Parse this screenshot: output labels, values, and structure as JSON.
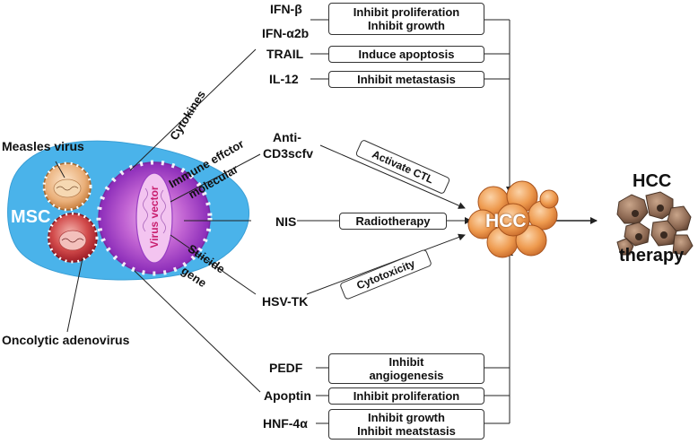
{
  "cytokines_label": "Cytokines",
  "immune_label_line1": "Immune effctor",
  "immune_label_line2": "molecular",
  "suicide_label_line1": "Suicide",
  "suicide_label_line2": "gene",
  "virus_vector_label": "Virus vector",
  "msc_label": "MSC",
  "measles_label": "Measles virus",
  "adeno_label": "Oncolytic adenovirus",
  "hcc_label": "HCC",
  "hcc_therapy_line1": "HCC",
  "hcc_therapy_line2": "therapy",
  "genes": {
    "ifnb": "IFN-β",
    "ifna2b": "IFN-α2b",
    "trail": "TRAIL",
    "il12": "IL-12",
    "anti_line1": "Anti-",
    "anti_line2": "CD3scfv",
    "nis": "NIS",
    "hsvtk": "HSV-TK",
    "pedf": "PEDF",
    "apoptin": "Apoptin",
    "hnf4a": "HNF-4α"
  },
  "effects": {
    "ifn_line1": "Inhibit proliferation",
    "ifn_line2": "Inhibit growth",
    "trail": "Induce apoptosis",
    "il12": "Inhibit metastasis",
    "anti": "Activate CTL",
    "nis": "Radiotherapy",
    "hsvtk": "Cytotoxicity",
    "pedf_line1": "Inhibit",
    "pedf_line2": "angiogenesis",
    "apoptin": "Inhibit proliferation",
    "hnf_line1": "Inhibit growth",
    "hnf_line2": "Inhibit meatstasis"
  },
  "colors": {
    "msc_fill": "#4ab3ea",
    "vector_purple": "#9a3fc4",
    "vector_light": "#e9a8ea",
    "hcc_cell": "#e88a3c",
    "therapy_cell": "#8a6a55",
    "measles_fill": "#e9a46a",
    "adeno_fill": "#c8323a"
  }
}
